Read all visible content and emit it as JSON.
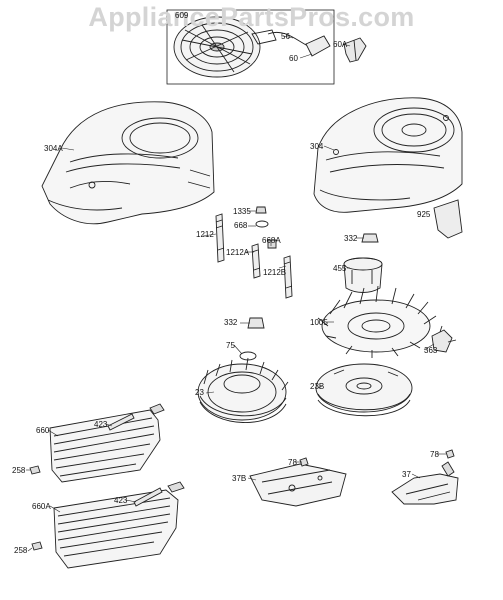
{
  "watermark": "AppliancePartsPros.com",
  "callouts": {
    "c609": "609",
    "c56": "56",
    "c60": "60",
    "c60A": "60A",
    "c304A": "304A",
    "c304": "304",
    "c1335": "1335",
    "c668": "668",
    "c1212": "1212",
    "c1212A": "1212A",
    "c668A": "668A",
    "c1212B": "1212B",
    "c332_top": "332",
    "c925": "925",
    "c455": "455",
    "c332_left": "332",
    "c1005": "1005",
    "c363": "363",
    "c75": "75",
    "c23": "23",
    "c23B": "23B",
    "c660": "660",
    "c423_top": "423",
    "c258_top": "258",
    "c660A": "660A",
    "c423_bottom": "423",
    "c258_bottom": "258",
    "c37B": "37B",
    "c78_mid": "78",
    "c78_right": "78",
    "c37": "37"
  }
}
